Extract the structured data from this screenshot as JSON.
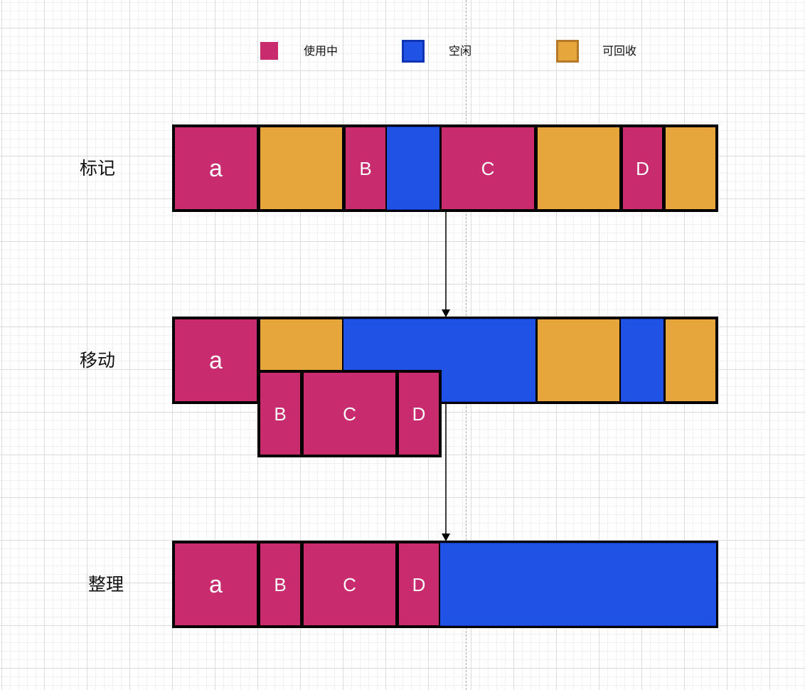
{
  "colors": {
    "in_use": "#C82C6F",
    "free": "#1F52E5",
    "free_border": "#0E34B3",
    "reclaimable": "#E6A63B",
    "reclaimable_border": "#B5792B",
    "line": "#000000"
  },
  "legend": [
    {
      "key": "in_use",
      "label": "使用中"
    },
    {
      "key": "free",
      "label": "空闲"
    },
    {
      "key": "reclaimable",
      "label": "可回收"
    }
  ],
  "stages": [
    {
      "key": "mark",
      "label": "标记"
    },
    {
      "key": "move",
      "label": "移动"
    },
    {
      "key": "compact",
      "label": "整理"
    }
  ],
  "blocks": {
    "mark": [
      {
        "type": "in_use",
        "label": "a"
      },
      {
        "type": "reclaimable",
        "label": ""
      },
      {
        "type": "in_use",
        "label": "B"
      },
      {
        "type": "free",
        "label": ""
      },
      {
        "type": "in_use",
        "label": "C"
      },
      {
        "type": "reclaimable",
        "label": ""
      },
      {
        "type": "in_use",
        "label": "D"
      },
      {
        "type": "reclaimable",
        "label": ""
      }
    ],
    "move_row": [
      {
        "type": "in_use",
        "label": "a"
      },
      {
        "type": "reclaimable",
        "label": ""
      },
      {
        "type": "free",
        "label": ""
      },
      {
        "type": "reclaimable",
        "label": ""
      },
      {
        "type": "free",
        "label": ""
      },
      {
        "type": "reclaimable",
        "label": ""
      }
    ],
    "move_shifted": [
      {
        "type": "in_use",
        "label": "B"
      },
      {
        "type": "in_use",
        "label": "C"
      },
      {
        "type": "in_use",
        "label": "D"
      }
    ],
    "compact": [
      {
        "type": "in_use",
        "label": "a"
      },
      {
        "type": "in_use",
        "label": "B"
      },
      {
        "type": "in_use",
        "label": "C"
      },
      {
        "type": "in_use",
        "label": "D"
      },
      {
        "type": "free",
        "label": ""
      }
    ]
  }
}
